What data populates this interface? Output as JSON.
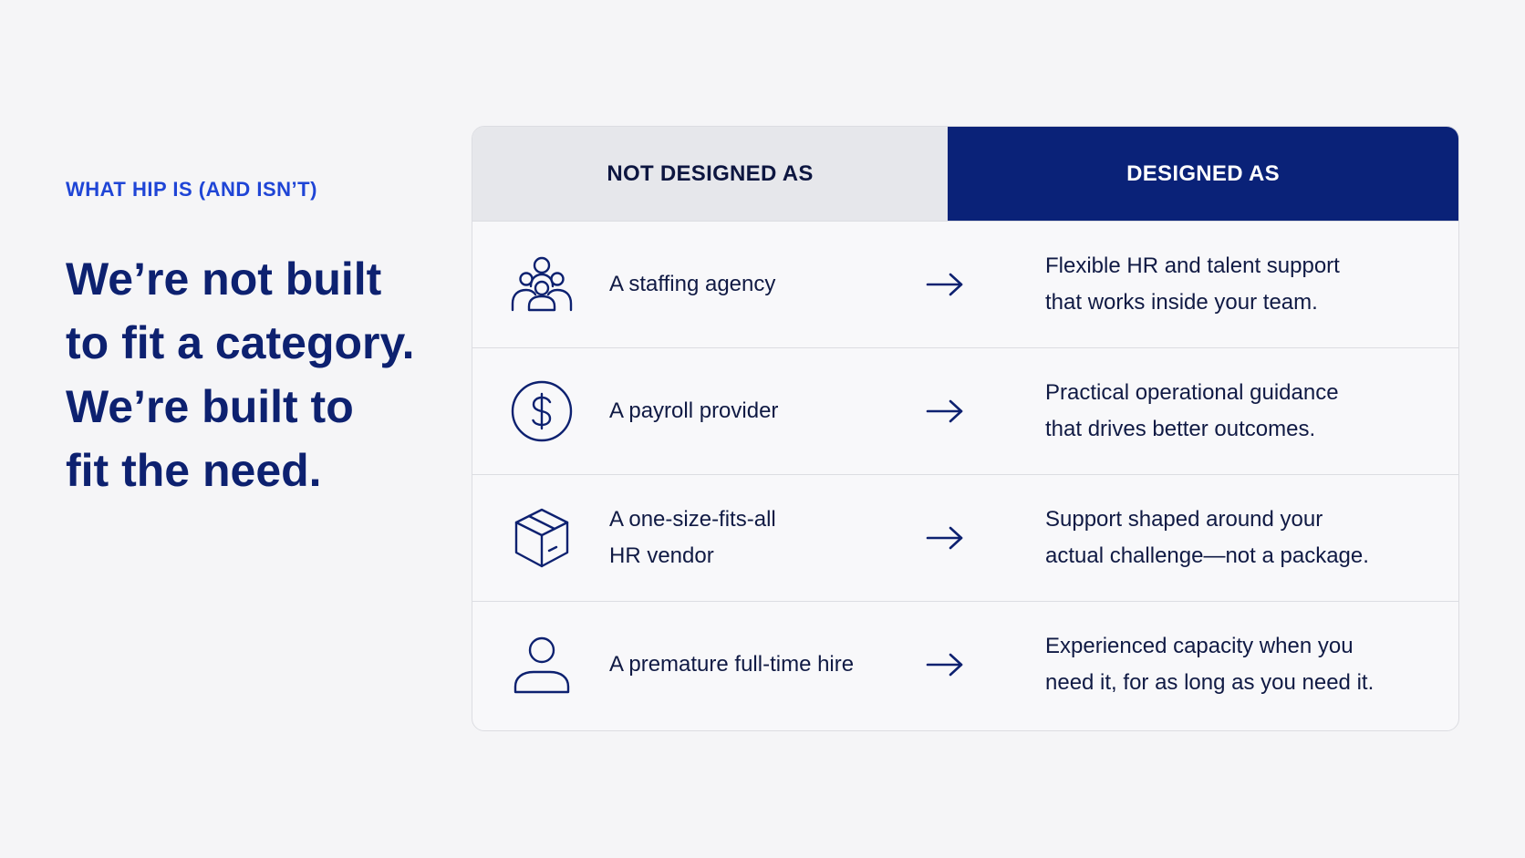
{
  "eyebrow": "WHAT HIP IS (AND ISN’T)",
  "headline": {
    "line1": "We’re not built",
    "line2": "to fit a category.",
    "line3": "We’re built to",
    "line4": "fit the need."
  },
  "table": {
    "header_left": "NOT DESIGNED AS",
    "header_right": "DESIGNED AS",
    "rows": [
      {
        "icon": "people-group-icon",
        "not_line1": "A staffing agency",
        "not_line2": "",
        "is_line1": "Flexible HR and talent support",
        "is_line2": "that works inside your team."
      },
      {
        "icon": "dollar-circle-icon",
        "not_line1": "A payroll provider",
        "not_line2": "",
        "is_line1": "Practical operational guidance",
        "is_line2": "that drives better outcomes."
      },
      {
        "icon": "box-icon",
        "not_line1": "A one-size-fits-all",
        "not_line2": "HR vendor",
        "is_line1": "Support shaped around your",
        "is_line2": "actual challenge—not a package."
      },
      {
        "icon": "person-icon",
        "not_line1": "A premature full-time hire",
        "not_line2": "",
        "is_line1": "Experienced capacity when you",
        "is_line2": "need it, for as long as you need it."
      }
    ]
  },
  "colors": {
    "navy": "#0a2278",
    "accent_blue": "#1f45d6",
    "background": "#f5f5f7",
    "header_gray": "#e6e7eb"
  }
}
